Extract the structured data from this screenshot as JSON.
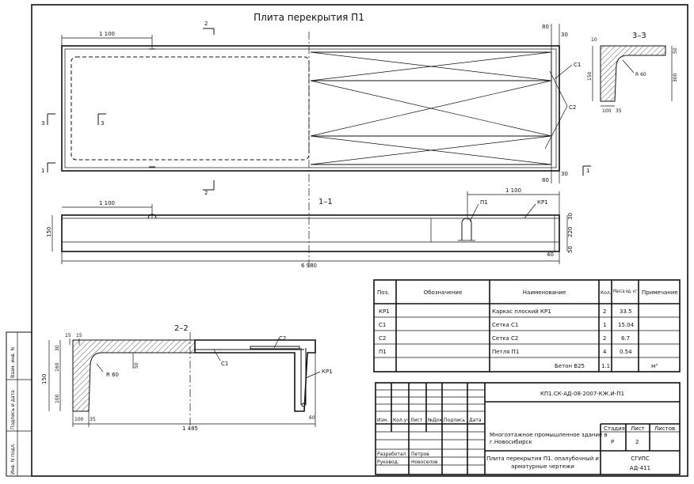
{
  "title": "Плита перекрытия П1",
  "plan": {
    "dim_1100": "1 100",
    "dim_80_top": "80",
    "dim_30_top": "30",
    "dim_30_bot": "30",
    "dim_80_bot": "80",
    "label_c1": "С1",
    "label_c2": "С2",
    "cut_2": "2",
    "cut_3": "3",
    "cut_1": "1"
  },
  "section11": {
    "title": "1–1",
    "dim_1100_left": "1 100",
    "dim_1100_right": "1 100",
    "dim_150": "150",
    "dim_30": "30",
    "dim_220": "220",
    "dim_40": "40",
    "dim_50": "50",
    "length": "6 980",
    "label_p1": "П1",
    "label_kp1": "КР1"
  },
  "section33": {
    "title": "3–3",
    "dim_10": "10",
    "dim_50": "50",
    "dim_150": "150",
    "dim_300": "300",
    "radius": "R 60",
    "dim_100": "100",
    "dim_35": "35"
  },
  "section22": {
    "title": "2–2",
    "dim_15a": "15",
    "dim_15b": "15",
    "dim_30": "30",
    "dim_150": "150",
    "dim_160": "160",
    "dim_100": "100",
    "dim_50": "50",
    "dim_60": "60",
    "dim_35": "35",
    "dim_100b": "100",
    "width": "1 485",
    "radius": "R 60",
    "label_c2": "С2",
    "label_c1": "С1",
    "label_kp1": "КР1"
  },
  "spec": {
    "headers": {
      "pos": "Поз.",
      "designation": "Обозначение",
      "name": "Наименование",
      "qty": "Кол.",
      "mass": "Масса ед. кг",
      "note": "Примечание"
    },
    "rows": [
      {
        "pos": "КР1",
        "name": "Каркас плоский КР1",
        "qty": "2",
        "mass": "33.5"
      },
      {
        "pos": "С1",
        "name": "Сетка С1",
        "qty": "1",
        "mass": "15.04"
      },
      {
        "pos": "С2",
        "name": "Сетка С2",
        "qty": "2",
        "mass": "6.7"
      },
      {
        "pos": "П1",
        "name": "Петля П1",
        "qty": "4",
        "mass": "0.54"
      }
    ],
    "concrete": {
      "name": "Бетон В25",
      "qty": "1.1",
      "unit": "м³"
    }
  },
  "stamp": {
    "code": "КП1.СК-АД-08-2007-КЖ.И-П1",
    "cols": {
      "izm": "Изм.",
      "kol": "Кол.уч",
      "list": "Лист",
      "ndok": "№Док.",
      "podp": "Подпись",
      "data": "Дата"
    },
    "project": "Многоэтажное промышленное здание в г.Новосибирск",
    "stage_h": "Стадия",
    "sheet_h": "Лист",
    "sheets_h": "Листов",
    "stage": "Р",
    "sheet": "2",
    "dev_label": "Разработал",
    "dev_name": "Петров",
    "head_label": "Руковод.",
    "head_name": "Новоселов",
    "drawing_title": "Плита перекрытия П1. опалубочный и арматурные чертежи",
    "org": "СГУПС",
    "group": "АД-411"
  },
  "sidebar": {
    "field1": "Взам. инв. N",
    "field2": "Подпись и дата",
    "field3": "Инв. N подл."
  }
}
